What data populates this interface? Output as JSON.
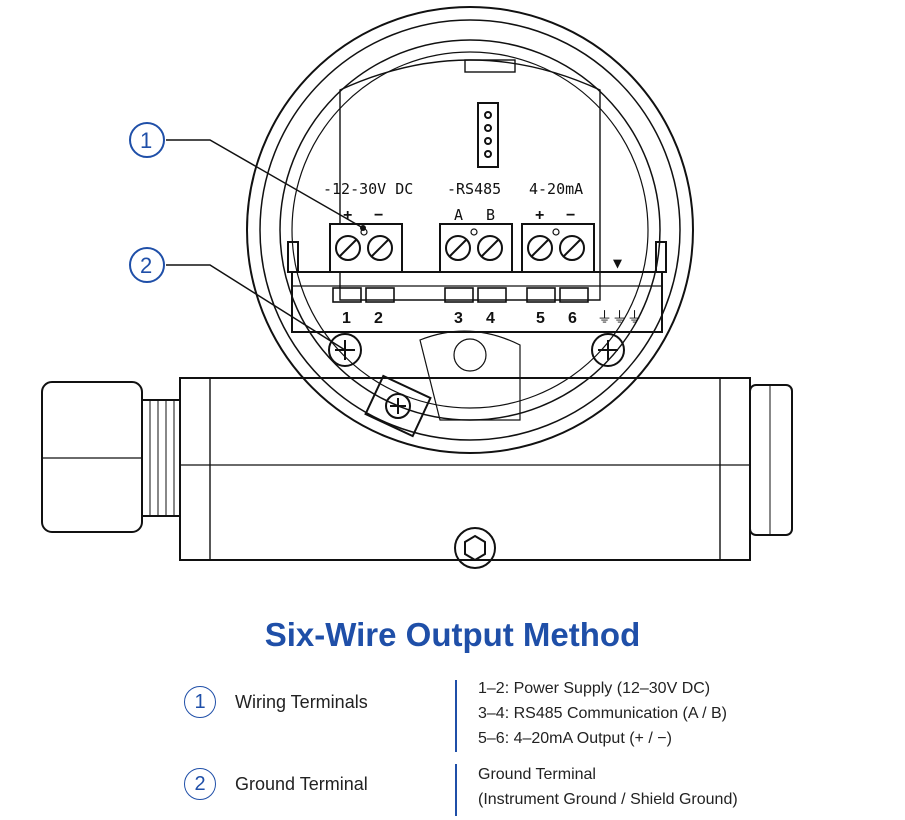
{
  "diagram": {
    "groups": [
      {
        "label": "-12-30V DC",
        "signs": [
          "+",
          "−"
        ],
        "terminals": [
          "1",
          "2"
        ]
      },
      {
        "label": "-RS485",
        "signs": [
          "A",
          "B"
        ],
        "terminals": [
          "3",
          "4"
        ]
      },
      {
        "label": "4-20mA",
        "signs": [
          "+",
          "−"
        ],
        "terminals": [
          "5",
          "6"
        ]
      }
    ],
    "ground_symbols": "⏚⏚⏚",
    "marker": "▼",
    "callouts": [
      "1",
      "2"
    ]
  },
  "title": "Six-Wire Output Method",
  "legend": [
    {
      "number": "1",
      "label": "Wiring Terminals",
      "lines": [
        "1–2: Power Supply (12–30V DC)",
        "3–4: RS485 Communication (A / B)",
        "5–6: 4–20mA Output (+ / −)"
      ]
    },
    {
      "number": "2",
      "label": "Ground Terminal",
      "lines": [
        "Ground Terminal",
        "(Instrument Ground / Shield Ground)"
      ]
    }
  ],
  "colors": {
    "accent": "#1f4fa8",
    "line": "#111111"
  }
}
